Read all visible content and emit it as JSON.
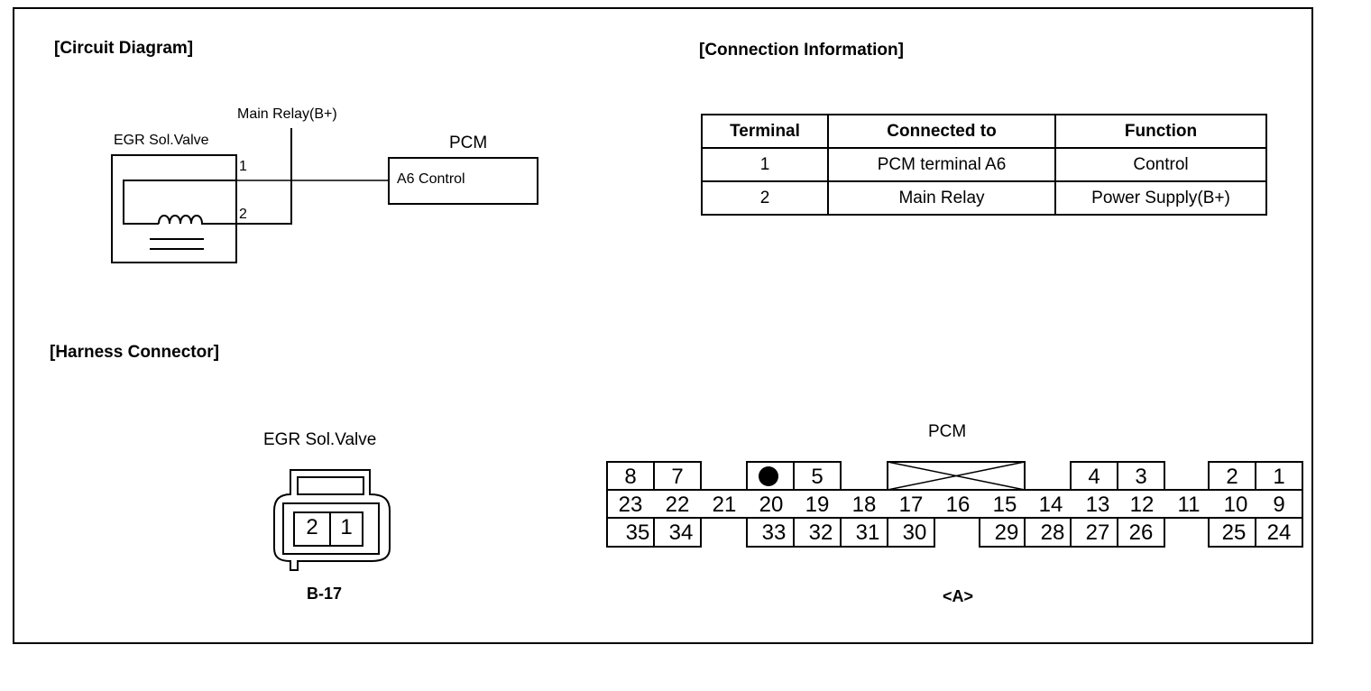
{
  "headings": {
    "circuit": "[Circuit Diagram]",
    "connection": "[Connection Information]",
    "harness": "[Harness Connector]"
  },
  "circuit": {
    "valve_label": "EGR Sol.Valve",
    "relay_label": "Main Relay(B+)",
    "pcm_label": "PCM",
    "pcm_box_text": "A6 Control",
    "terminal_1": "1",
    "terminal_2": "2"
  },
  "connection_table": {
    "headers": [
      "Terminal",
      "Connected to",
      "Function"
    ],
    "rows": [
      [
        "1",
        "PCM terminal A6",
        "Control"
      ],
      [
        "2",
        "Main Relay",
        "Power Supply(B+)"
      ]
    ]
  },
  "harness": {
    "valve_label": "EGR Sol.Valve",
    "valve_pins": [
      "2",
      "1"
    ],
    "valve_id": "B-17",
    "pcm_label": "PCM",
    "pcm_id": "<A>",
    "pcm_pins": {
      "row1": [
        "8",
        "7",
        "5",
        "4",
        "3",
        "2",
        "1"
      ],
      "row2": [
        "23",
        "22",
        "21",
        "20",
        "19",
        "18",
        "17",
        "16",
        "15",
        "14",
        "13",
        "12",
        "11",
        "10",
        "9"
      ],
      "row3": [
        "35",
        "34",
        "33",
        "32",
        "31",
        "30",
        "29",
        "28",
        "27",
        "26",
        "25",
        "24"
      ]
    }
  }
}
